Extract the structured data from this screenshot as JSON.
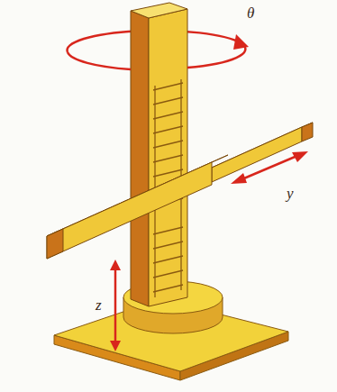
{
  "diagram": {
    "labels": [
      "θ",
      "y",
      "z"
    ]
  }
}
